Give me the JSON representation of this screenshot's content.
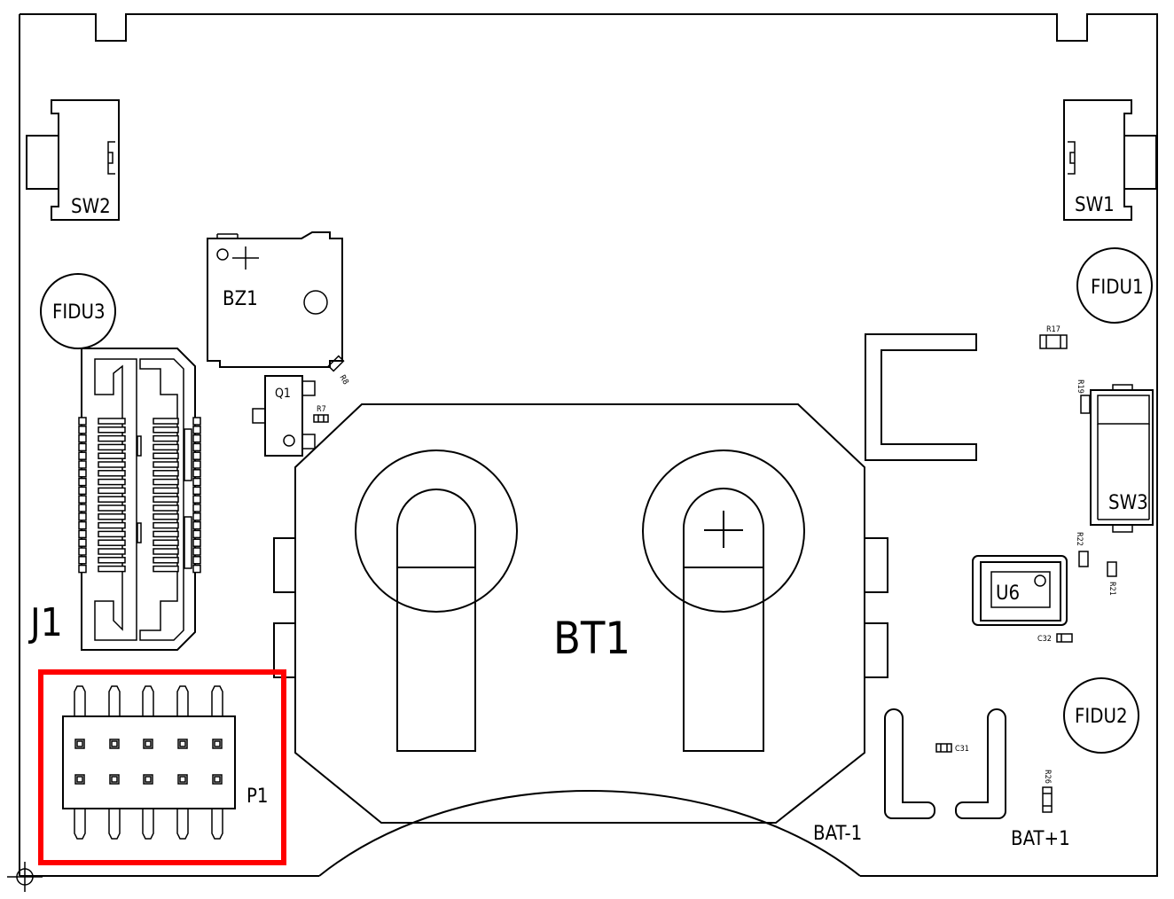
{
  "labels": {
    "sw2": "SW2",
    "sw1": "SW1",
    "sw3": "SW3",
    "bz1": "BZ1",
    "fidu1": "FIDU1",
    "fidu2": "FIDU2",
    "fidu3": "FIDU3",
    "q1": "Q1",
    "r7": "R7",
    "r8": "R8",
    "r17": "R17",
    "r19": "R19",
    "r21": "R21",
    "r22": "R22",
    "r26": "R26",
    "c31": "C31",
    "c32": "C32",
    "u6": "U6",
    "j1": "J1",
    "bt1": "BT1",
    "p1": "P1",
    "bat_minus": "BAT-1",
    "bat_plus": "BAT+1"
  },
  "highlight": {
    "target": "P1",
    "color": "#ff0000"
  }
}
